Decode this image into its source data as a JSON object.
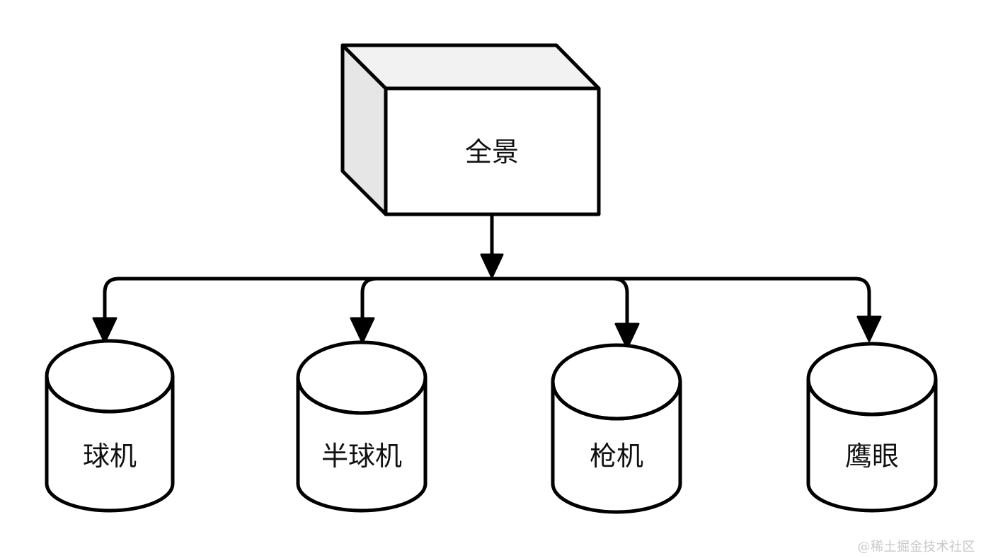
{
  "diagram": {
    "root": {
      "label": "全景",
      "shape": "cube"
    },
    "children": [
      {
        "label": "球机",
        "shape": "cylinder"
      },
      {
        "label": "半球机",
        "shape": "cylinder"
      },
      {
        "label": "枪机",
        "shape": "cylinder"
      },
      {
        "label": "鹰眼",
        "shape": "cylinder"
      }
    ],
    "colors": {
      "stroke": "#000000",
      "cube_top": "#f2f2f2",
      "cube_side": "#e6e6e6",
      "fill": "#ffffff"
    }
  },
  "watermark": "@稀土掘金技术社区"
}
